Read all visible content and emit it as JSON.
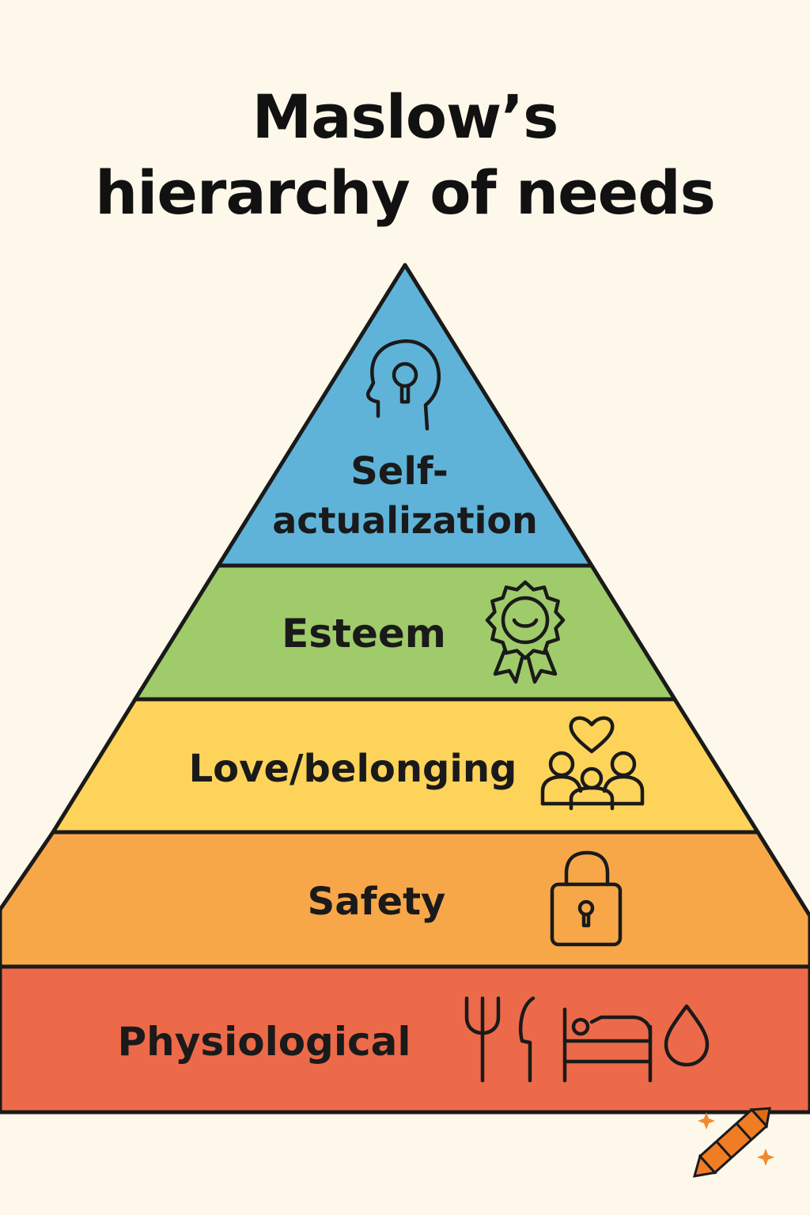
{
  "title": {
    "line1": "Maslow’s",
    "line2": "hierarchy of needs"
  },
  "levels": [
    {
      "label_line1": "Self-",
      "label_line2": "actualization",
      "color": "#5fb3d8",
      "icon": "head-keyhole-icon"
    },
    {
      "label": "Esteem",
      "color": "#9fcb6a",
      "icon": "award-badge-icon"
    },
    {
      "label": "Love/belonging",
      "color": "#fdd35a",
      "icon": "family-heart-icon"
    },
    {
      "label": "Safety",
      "color": "#f8a748",
      "icon": "padlock-icon"
    },
    {
      "label": "Physiological",
      "color": "#ec6a49",
      "icons": [
        "fork-knife-icon",
        "bed-icon",
        "water-drop-icon"
      ]
    }
  ],
  "outline_color": "#1a1a1a",
  "background_color": "#fdf8ea"
}
